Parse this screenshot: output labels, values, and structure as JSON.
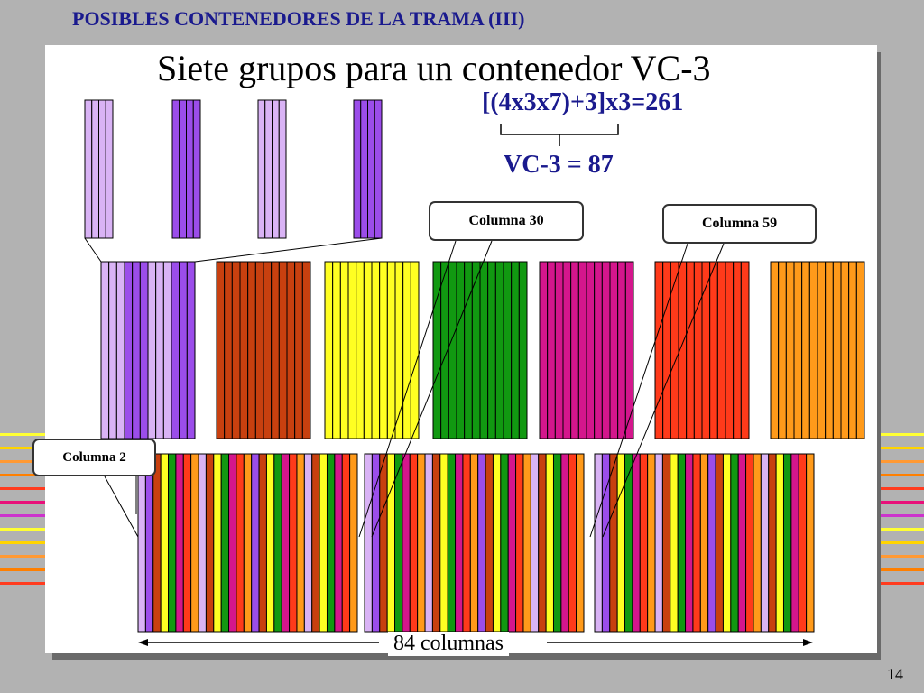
{
  "header": {
    "title": "POSIBLES CONTENEDORES DE LA TRAMA (III)"
  },
  "slide": {
    "title": "Siete grupos para un contenedor VC-3",
    "formula": "[(4x3x7)+3]x3=261",
    "result": "VC-3 = 87",
    "callouts": {
      "col30": "Columna 30",
      "col59": "Columna 59",
      "col2": "Columna 2"
    },
    "columns_label": "84 columnas"
  },
  "page_number": "14",
  "colors": {
    "header_text": "#1a1a8e",
    "tributary_dark": "#9b4dea",
    "tributary_light": "#d9b3f5",
    "groups": [
      "#b58bf0",
      "#c8400f",
      "#ffff22",
      "#119911",
      "#d4168c",
      "#ff3a1a",
      "#ff9a1a"
    ]
  },
  "diagram": {
    "tributaries": [
      {
        "color": "light",
        "columns": 4
      },
      {
        "color": "dark",
        "columns": 4
      },
      {
        "color": "light",
        "columns": 4
      },
      {
        "color": "dark",
        "columns": 4
      }
    ],
    "group_count": 7,
    "columns_per_group": 12,
    "multiplexed_blocks": 3,
    "columns_per_block": 29,
    "stuffing_columns_per_block": 1
  }
}
